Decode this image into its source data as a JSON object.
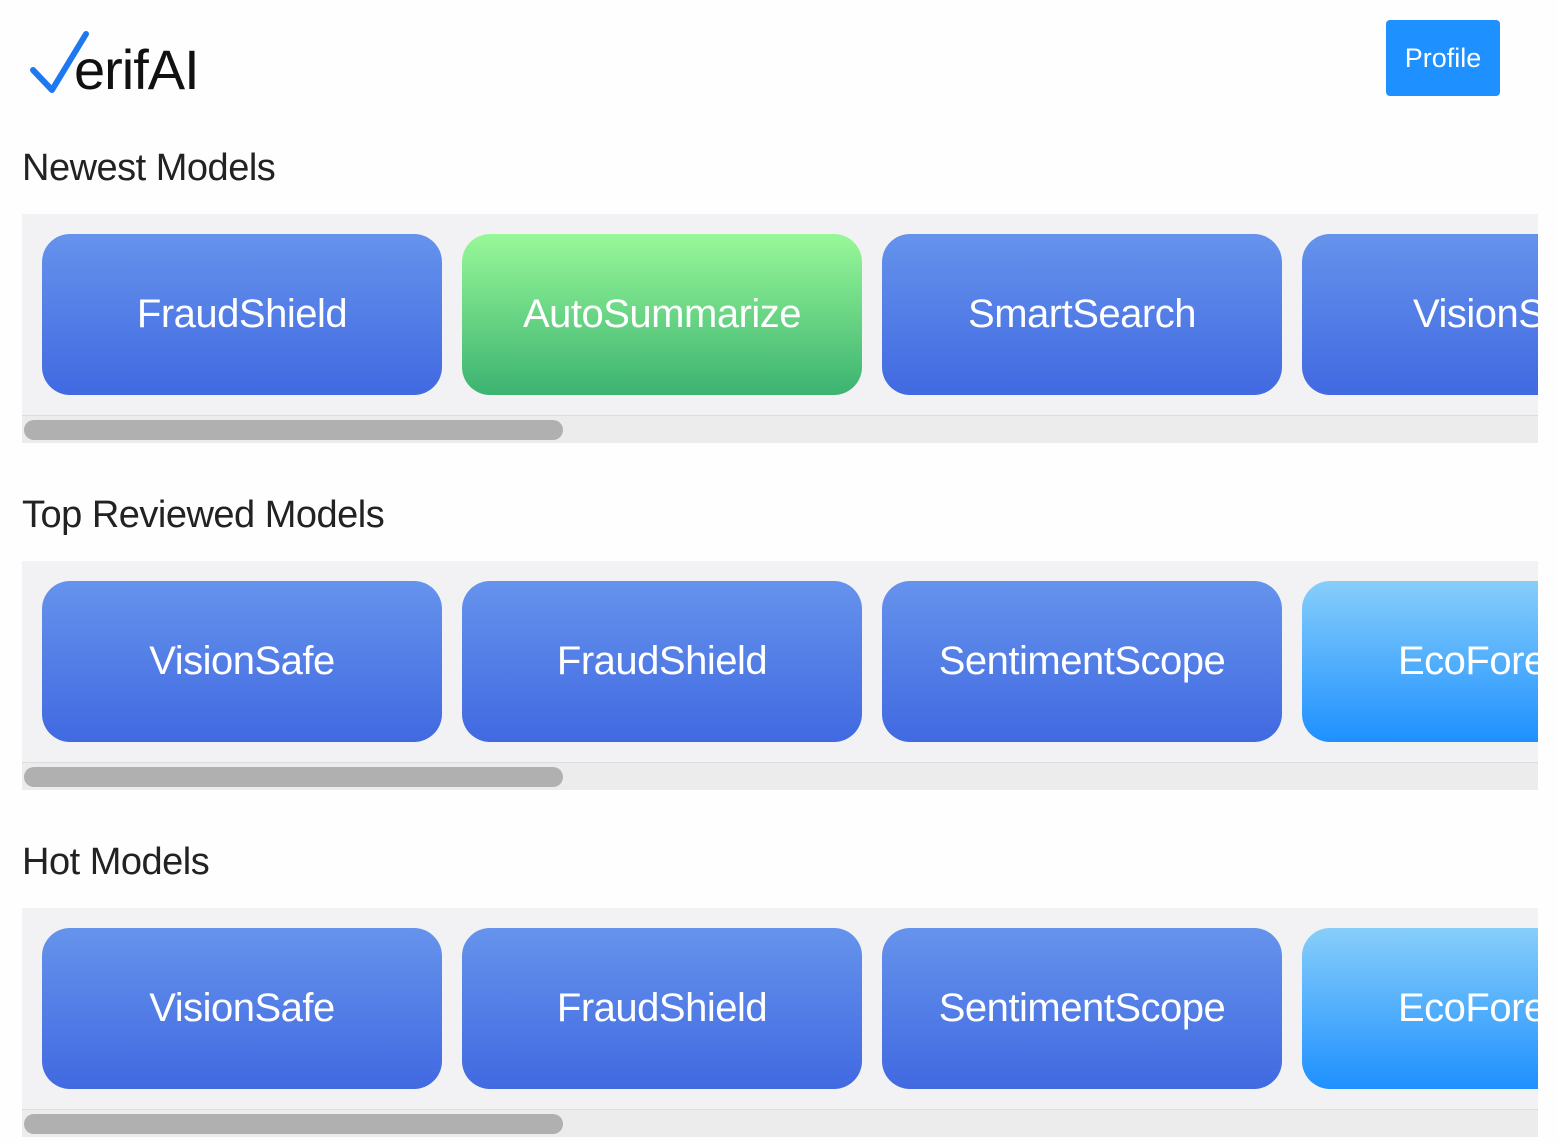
{
  "header": {
    "logo_text": "erifAI",
    "profile_label": "Profile"
  },
  "sections": [
    {
      "title": "Newest Models",
      "cards": [
        {
          "label": "FraudShield",
          "color": "#4169e1"
        },
        {
          "label": "AutoSummarize",
          "color": "#3cb371"
        },
        {
          "label": "SmartSearch",
          "color": "#4169e1"
        },
        {
          "label": "VisionS",
          "color": "#4169e1"
        }
      ]
    },
    {
      "title": "Top Reviewed Models",
      "cards": [
        {
          "label": "VisionSafe",
          "color": "#4169e1"
        },
        {
          "label": "FraudShield",
          "color": "#4169e1"
        },
        {
          "label": "SentimentScope",
          "color": "#4169e1"
        },
        {
          "label": "EcoFore",
          "color": "#1e90ff"
        }
      ]
    },
    {
      "title": "Hot Models",
      "cards": [
        {
          "label": "VisionSafe",
          "color": "#4169e1"
        },
        {
          "label": "FraudShield",
          "color": "#4169e1"
        },
        {
          "label": "SentimentScope",
          "color": "#4169e1"
        },
        {
          "label": "EcoFore",
          "color": "#1e90ff"
        }
      ]
    }
  ],
  "colors": {
    "accent": "#1e90ff",
    "logo_check": "#1e78f0"
  }
}
